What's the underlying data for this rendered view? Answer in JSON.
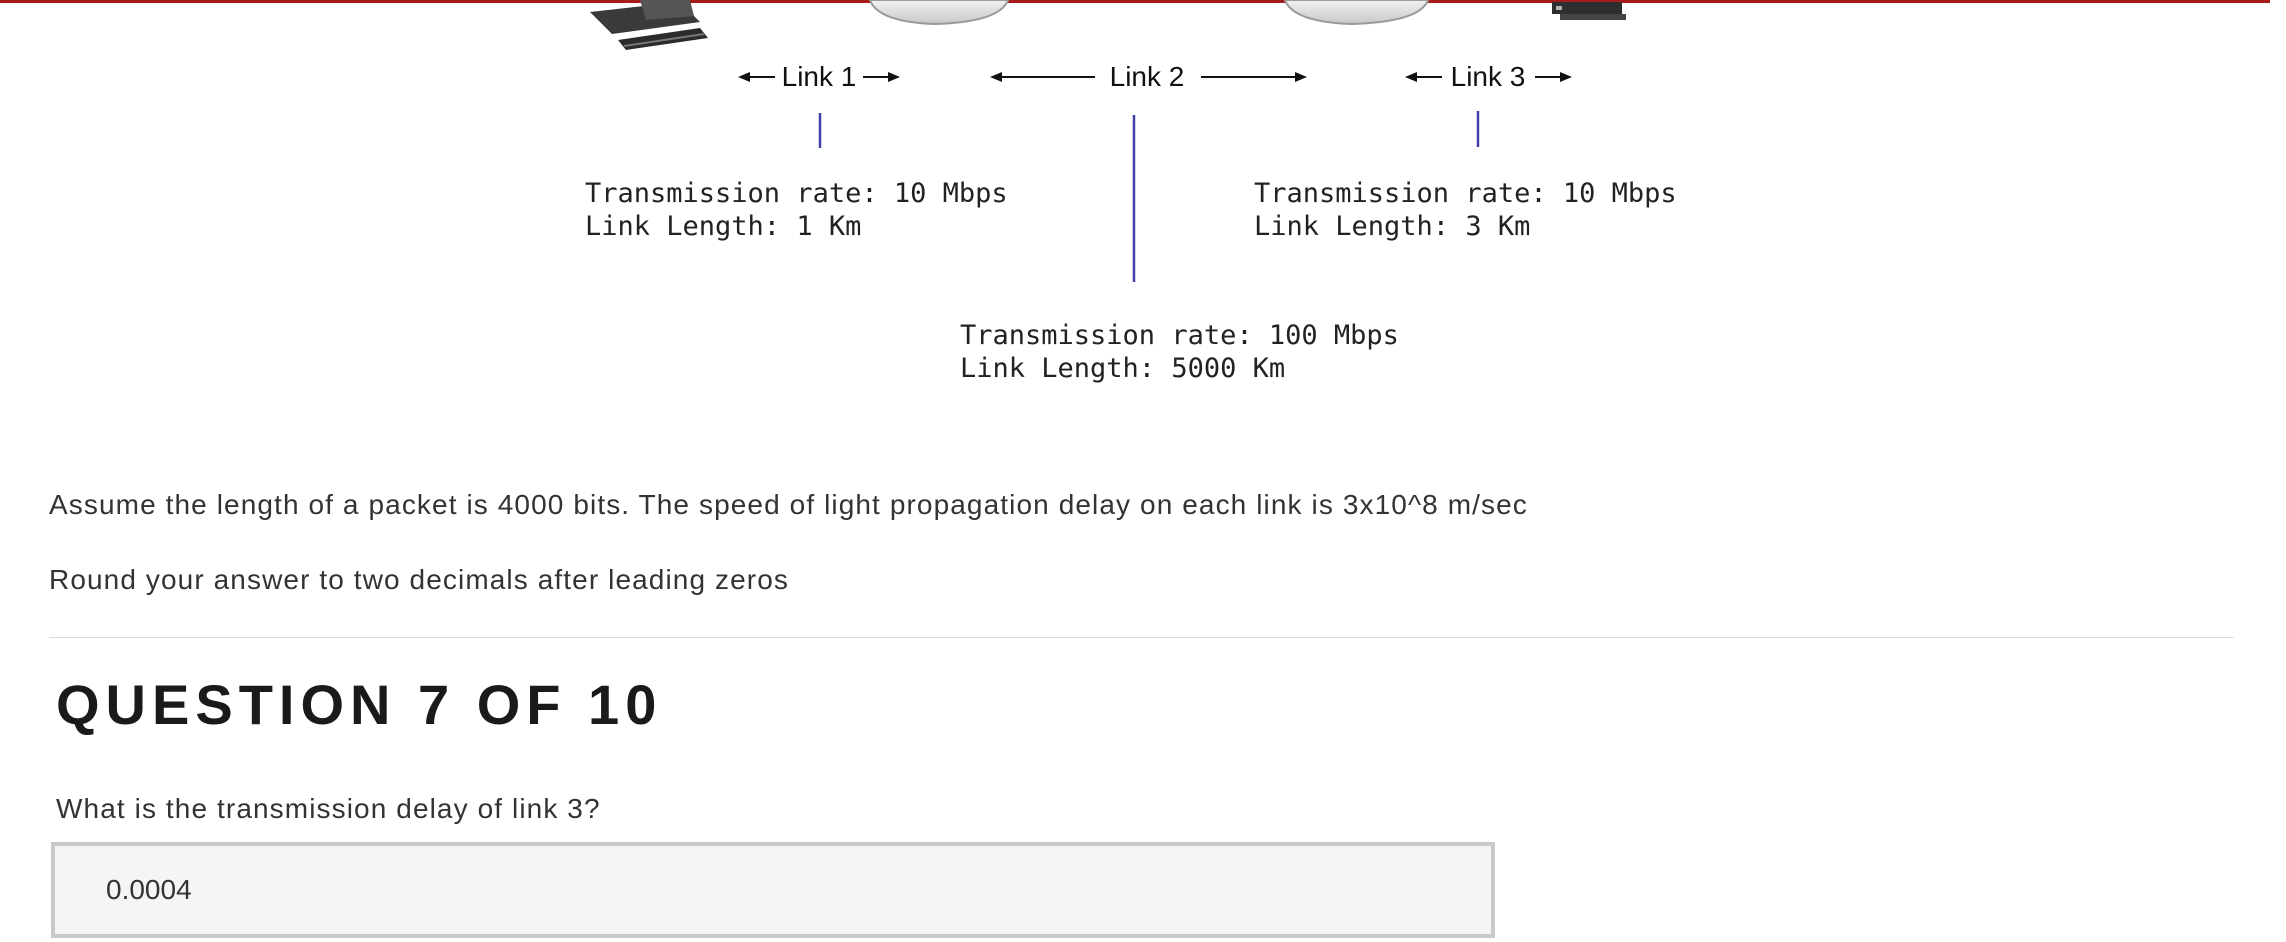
{
  "diagram": {
    "link1_label": "Link 1",
    "link2_label": "Link 2",
    "link3_label": "Link 3",
    "link1_spec": [
      "Transmission rate: 10 Mbps",
      "Link Length: 1 Km"
    ],
    "link2_spec": [
      "Transmission rate: 100 Mbps",
      "Link Length: 5000 Km"
    ],
    "link3_spec": [
      "Transmission rate: 10 Mbps",
      "Link Length: 3 Km"
    ],
    "colors": {
      "pointer_line": "#4040a8",
      "top_border": "#a61c1c"
    }
  },
  "problem": {
    "assumption": "Assume the length of a packet is 4000 bits. The speed of light propagation delay on each link is 3x10^8 m/sec",
    "rounding": "Round your answer to two decimals after leading zeros"
  },
  "question": {
    "title": "QUESTION 7 OF 10",
    "text": "What is the transmission delay of link 3?",
    "answer_value": "0.0004"
  }
}
